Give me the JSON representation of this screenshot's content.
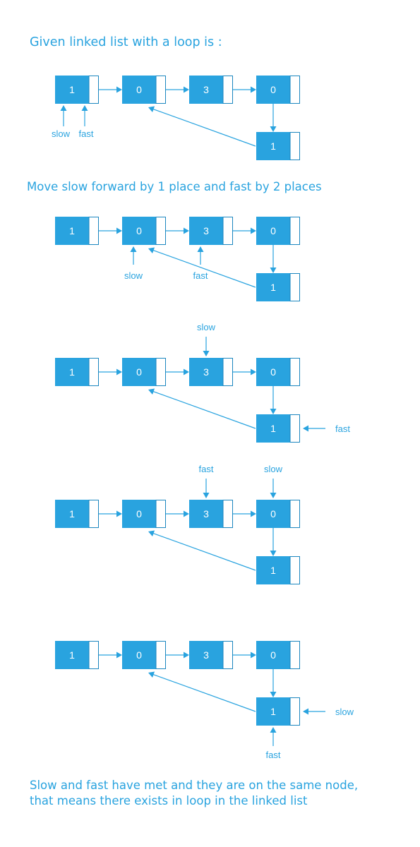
{
  "headings": {
    "intro": "Given linked list with a loop is :",
    "move": "Move slow forward by 1 place and fast by 2 places",
    "conclusion_line1": "Slow and fast have met and they are on the same node,",
    "conclusion_line2": "that means there exists in loop in the linked list"
  },
  "colors": {
    "node_fill": "#29a3df",
    "node_border": "#1b86bf",
    "pointer": "#29a3df"
  },
  "nodes": [
    "1",
    "0",
    "3",
    "0",
    "1"
  ],
  "loop_target_index": 1,
  "pointer_labels": {
    "slow": "slow",
    "fast": "fast"
  },
  "stages": [
    {
      "pointers": [
        {
          "label": "slow",
          "node": 0
        },
        {
          "label": "fast",
          "node": 0
        }
      ]
    },
    {
      "pointers": [
        {
          "label": "slow",
          "node": 1
        },
        {
          "label": "fast",
          "node": 2
        }
      ]
    },
    {
      "pointers": [
        {
          "label": "slow",
          "node": 2
        },
        {
          "label": "fast",
          "node": 4
        }
      ]
    },
    {
      "pointers": [
        {
          "label": "fast",
          "node": 2
        },
        {
          "label": "slow",
          "node": 3
        }
      ]
    },
    {
      "pointers": [
        {
          "label": "slow",
          "node": 4
        },
        {
          "label": "fast",
          "node": 4
        }
      ]
    }
  ]
}
